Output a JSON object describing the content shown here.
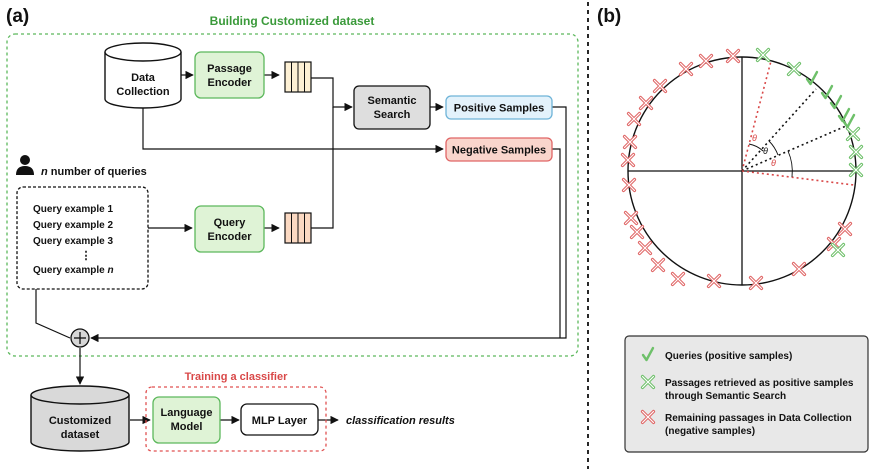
{
  "panels": {
    "a": "(a)",
    "b": "(b)"
  },
  "sections": {
    "building_title": "Building Customized dataset",
    "training_title": "Training a classifier"
  },
  "nodes": {
    "data_collection": [
      "Data",
      "Collection"
    ],
    "passage_encoder": [
      "Passage",
      "Encoder"
    ],
    "semantic_search": [
      "Semantic",
      "Search"
    ],
    "positive_samples": "Positive Samples",
    "negative_samples": "Negative Samples",
    "query_encoder": [
      "Query",
      "Encoder"
    ],
    "customized_dataset": [
      "Customized",
      "dataset"
    ],
    "language_model": [
      "Language",
      "Model"
    ],
    "mlp_layer": "MLP Layer",
    "classification_results": "classification results"
  },
  "queries": {
    "count_label_var": "n",
    "count_label_text": " number of queries",
    "examples": [
      "Query example 1",
      "Query example 2",
      "Query example 3"
    ],
    "ellipsis": "⋮",
    "last_prefix": "Query example ",
    "last_var": "n"
  },
  "circle": {
    "theta": "θ"
  },
  "legend": {
    "items": [
      {
        "icon": "check-icon",
        "color": "#6ec06a",
        "lines": [
          "Queries (positive samples)"
        ]
      },
      {
        "icon": "cross-icon",
        "color": "#6ec06a",
        "lines": [
          "Passages retrieved as positive samples",
          "through Semantic Search"
        ]
      },
      {
        "icon": "cross-icon",
        "color": "#e06666",
        "lines": [
          "Remaining passages in Data Collection",
          "(negative samples)"
        ]
      }
    ]
  },
  "colors": {
    "green_border": "#5cb85c",
    "red_border": "#e05252",
    "encoder_fill": "#dff3d6",
    "positive_fill": "#e3f2fb",
    "negative_fill": "#f9d5cc",
    "search_fill": "#dedede",
    "vector_yellow": "#fdf0d4",
    "vector_orange": "#fbd9c2",
    "cross_red": "#e06666",
    "cross_green": "#6ec06a"
  }
}
